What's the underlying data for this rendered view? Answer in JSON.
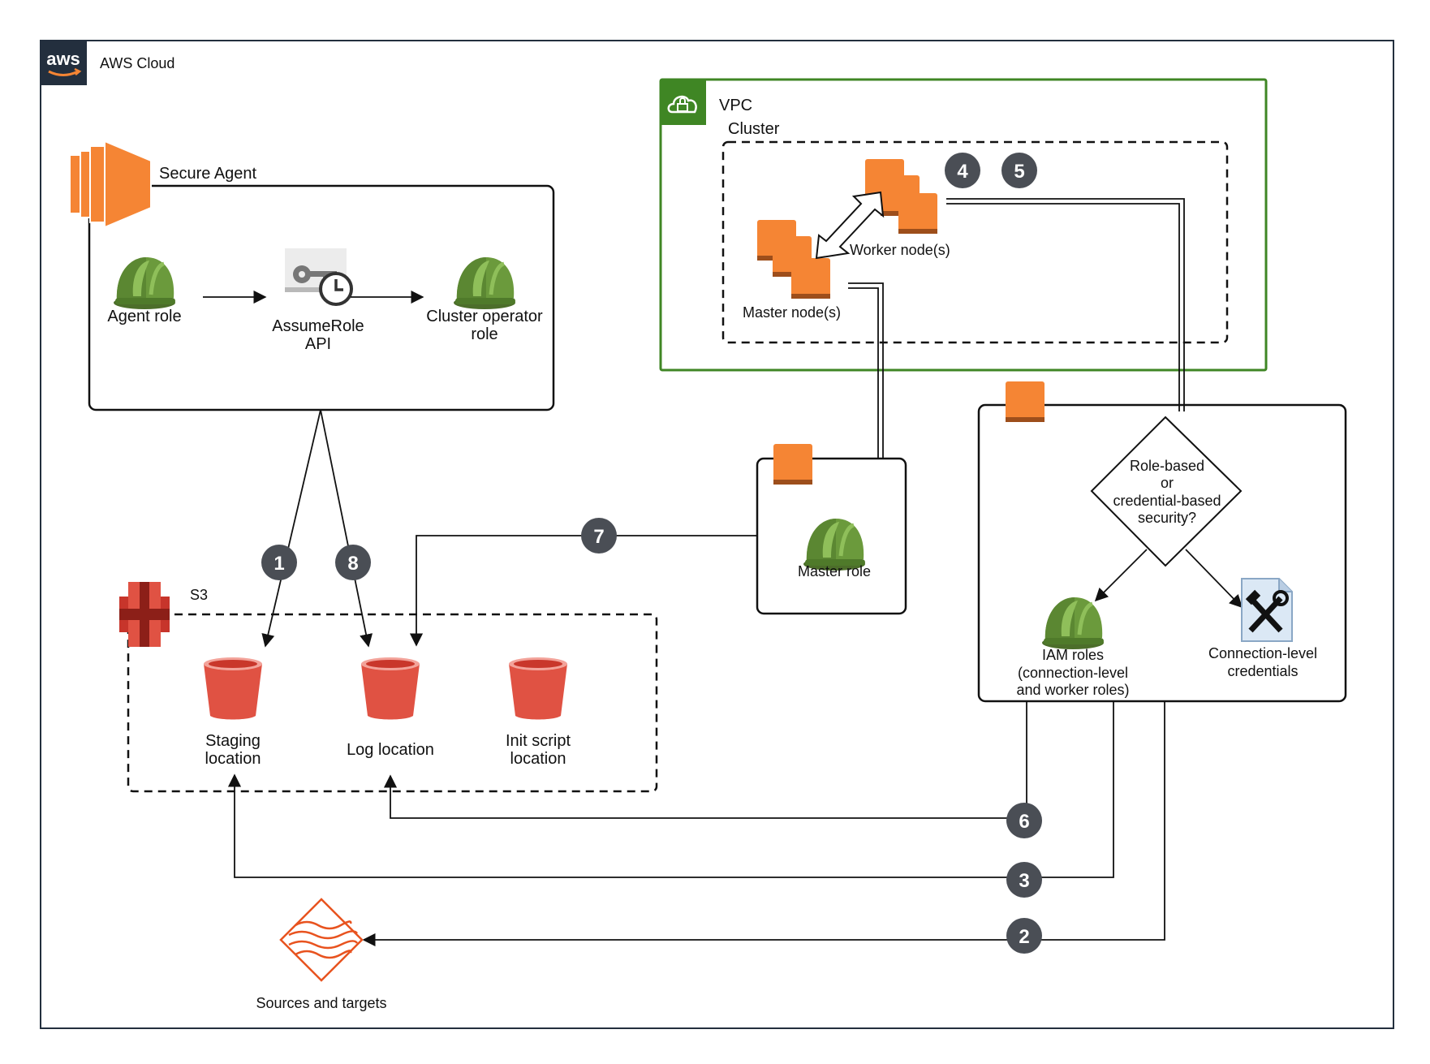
{
  "cloud": {
    "label": "AWS Cloud",
    "logo_text": "aws"
  },
  "vpc": {
    "label": "VPC"
  },
  "cluster": {
    "label": "Cluster",
    "master_label": "Master node(s)",
    "worker_label": "Worker node(s)"
  },
  "secure_agent": {
    "label": "Secure Agent",
    "agent_role_label": "Agent role",
    "assume_role_line1": "AssumeRole",
    "assume_role_line2": "API",
    "cluster_operator_line1": "Cluster operator",
    "cluster_operator_line2": "role"
  },
  "s3": {
    "label": "S3",
    "staging_line1": "Staging",
    "staging_line2": "location",
    "log_label": "Log location",
    "init_line1": "Init script",
    "init_line2": "location"
  },
  "master_role": {
    "label": "Master role"
  },
  "security": {
    "decision_line1": "Role-based",
    "decision_line2": "or",
    "decision_line3": "credential-based",
    "decision_line4": "security?",
    "iam_line1": "IAM roles",
    "iam_line2": "(connection-level",
    "iam_line3": "and worker roles)",
    "cred_line1": "Connection-level",
    "cred_line2": "credentials"
  },
  "sources": {
    "label": "Sources and targets"
  },
  "steps": {
    "s1": "1",
    "s2": "2",
    "s3": "3",
    "s4": "4",
    "s5": "5",
    "s6": "6",
    "s7": "7",
    "s8": "8"
  },
  "colors": {
    "aws_orange": "#F58534",
    "vpc_green": "#3F8624",
    "badge_gray": "#4A4E55",
    "bucket_red": "#E05243",
    "s3_red": "#C7352B",
    "helmet_green": "#6B9A3C"
  },
  "icons": {
    "cloud_logo": "aws-logo-icon",
    "vpc": "vpc-cloud-lock-icon",
    "secure_agent": "ec2-instance-icon",
    "helmet": "iam-role-helmet-icon",
    "assume_role": "key-clock-icon",
    "s3": "s3-icon",
    "bucket": "bucket-icon",
    "credentials": "tools-document-icon",
    "sources": "data-lake-icon"
  }
}
